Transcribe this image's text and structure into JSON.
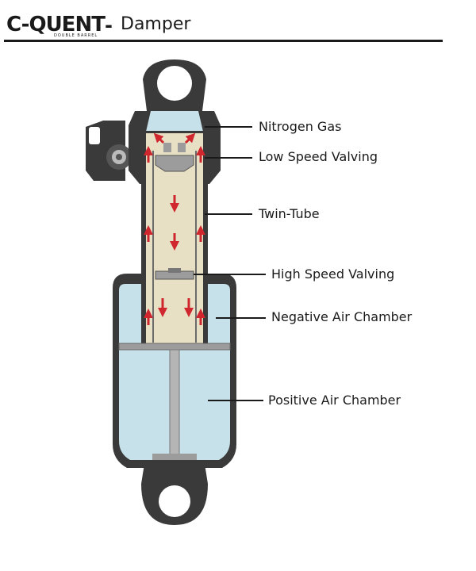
{
  "header": {
    "logo_text": "C-QUENT",
    "logo_subtext": "DOUBLE BARREL",
    "separator": "-",
    "title": "Damper"
  },
  "labels": {
    "nitrogen_gas": "Nitrogen Gas",
    "low_speed_valving": "Low Speed Valving",
    "twin_tube": "Twin-Tube",
    "high_speed_valving": "High Speed Valving",
    "negative_air_chamber": "Negative Air Chamber",
    "positive_air_chamber": "Positive Air Chamber"
  },
  "colors": {
    "body_outline": "#3a3a3a",
    "air_chamber": "#c7e1ea",
    "oil_tube": "#e8e0c4",
    "flow_arrow": "#d0262e",
    "valve_gray": "#9c9c9c"
  }
}
